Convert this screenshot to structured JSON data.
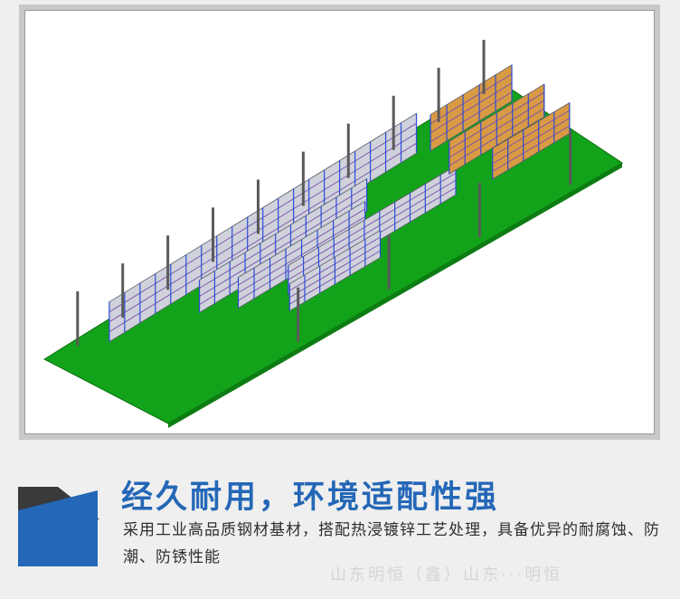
{
  "colors": {
    "accent_blue": "#2467b7",
    "floor_green": "#12a31a",
    "rack_blue": "#2d4bd8",
    "rack_grey": "#cfd2db",
    "rack_orange": "#d99a44",
    "corner_dark": "#3a3a3a"
  },
  "illustration": {
    "subject": "isometric warehouse storage racks on green floor"
  },
  "icons": {
    "corner": "parallelogram-accent-icon"
  },
  "headline": "经久耐用，环境适配性强",
  "description": "采用工业高品质钢材基材，搭配热浸镀锌工艺处理，具备优异的耐腐蚀、防潮、防锈性能",
  "watermark": "山东明恒（鑫）山东···明恒"
}
